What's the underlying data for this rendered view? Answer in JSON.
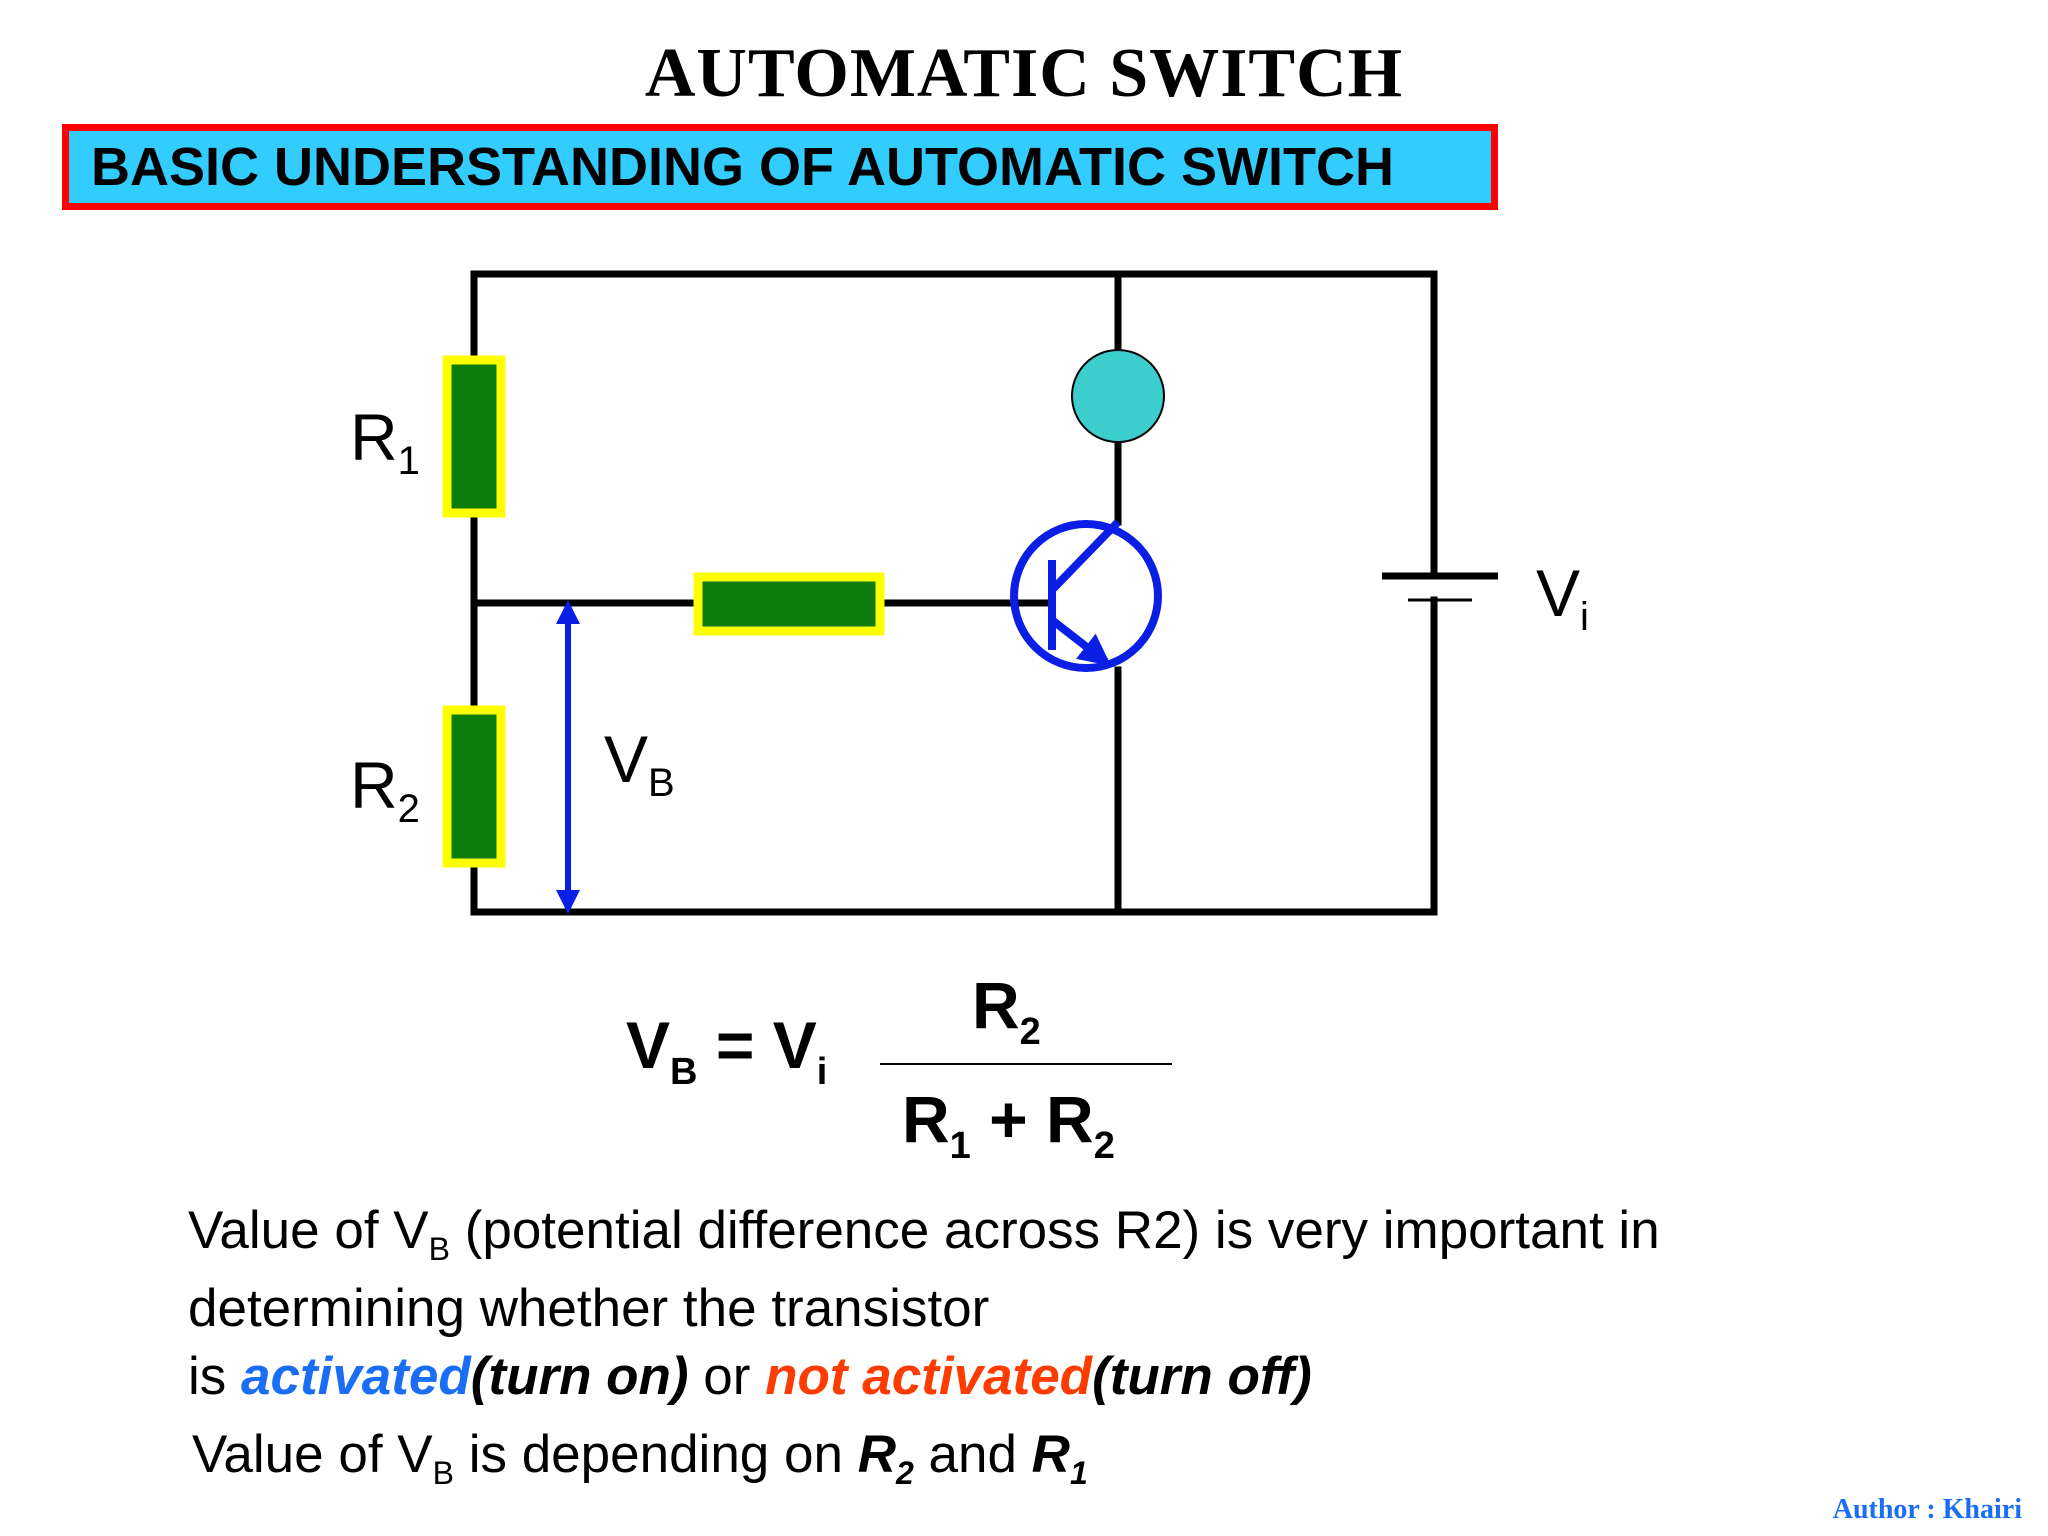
{
  "title": "AUTOMATIC SWITCH",
  "banner": "BASIC UNDERSTANDING OF AUTOMATIC SWITCH",
  "circuit": {
    "r1_label": "R",
    "r1_sub": "1",
    "r2_label": "R",
    "r2_sub": "2",
    "vb_label": "V",
    "vb_sub": "B",
    "vi_label": "V",
    "vi_sub": "i",
    "colors": {
      "wire": "#000000",
      "resistor_fill": "#0a7d0a",
      "resistor_border": "#ffff00",
      "transistor": "#0a1ee6",
      "lamp": "#3ccdcd",
      "arrow": "#0a1ee6"
    }
  },
  "formula": {
    "lhs_v": "V",
    "lhs_sub": "B",
    "eq": "=",
    "rhs_v": "V",
    "rhs_sub": "i",
    "num_r": "R",
    "num_sub": "2",
    "den_r1": "R",
    "den_sub1": "1",
    "den_plus": "+",
    "den_r2": "R",
    "den_sub2": "2"
  },
  "text": {
    "line1_a": "Value of V",
    "line1_sub": "B",
    "line1_b": " (potential difference across R2) is very important in",
    "line2": "determining whether the transistor",
    "line3_a": "is ",
    "line3_activated": "activated",
    "line3_on": "(turn on)",
    "line3_or": " or ",
    "line3_not": "not activated",
    "line3_off": "(turn off)",
    "line4_a": "Value of V",
    "line4_sub": "B",
    "line4_b": " is depending on ",
    "line4_r2": "R",
    "line4_r2_sub": "2",
    "line4_and": " and ",
    "line4_r1": "R",
    "line4_r1_sub": "1"
  },
  "author": "Author : Khairi"
}
